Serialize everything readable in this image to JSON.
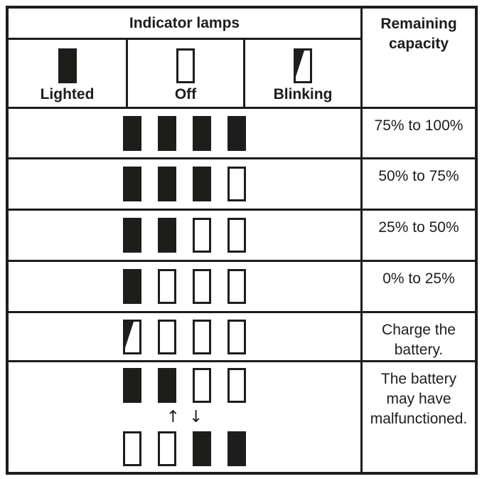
{
  "colors": {
    "ink": "#1d1d1b",
    "background": "#ffffff"
  },
  "header": {
    "indicator_lamps_label": "Indicator lamps",
    "remaining_capacity_label": "Remaining capacity"
  },
  "legend": [
    {
      "state": "lighted",
      "label": "Lighted"
    },
    {
      "state": "off",
      "label": "Off"
    },
    {
      "state": "blinking",
      "label": "Blinking"
    }
  ],
  "arrows": {
    "up": "↑",
    "down": "↓"
  },
  "rows": [
    {
      "lamps": [
        "lighted",
        "lighted",
        "lighted",
        "lighted"
      ],
      "capacity": "75% to 100%"
    },
    {
      "lamps": [
        "lighted",
        "lighted",
        "lighted",
        "off"
      ],
      "capacity": "50% to 75%"
    },
    {
      "lamps": [
        "lighted",
        "lighted",
        "off",
        "off"
      ],
      "capacity": "25% to 50%"
    },
    {
      "lamps": [
        "lighted",
        "off",
        "off",
        "off"
      ],
      "capacity": "0% to 25%"
    },
    {
      "lamps": [
        "blinking",
        "off",
        "off",
        "off"
      ],
      "capacity": "Charge the battery."
    },
    {
      "lamps": [
        "lighted",
        "lighted",
        "off",
        "off"
      ],
      "arrows": [
        "↑",
        "↓"
      ],
      "lamps_bottom": [
        "off",
        "off",
        "lighted",
        "lighted"
      ],
      "capacity": "The battery may have malfunctioned."
    }
  ]
}
